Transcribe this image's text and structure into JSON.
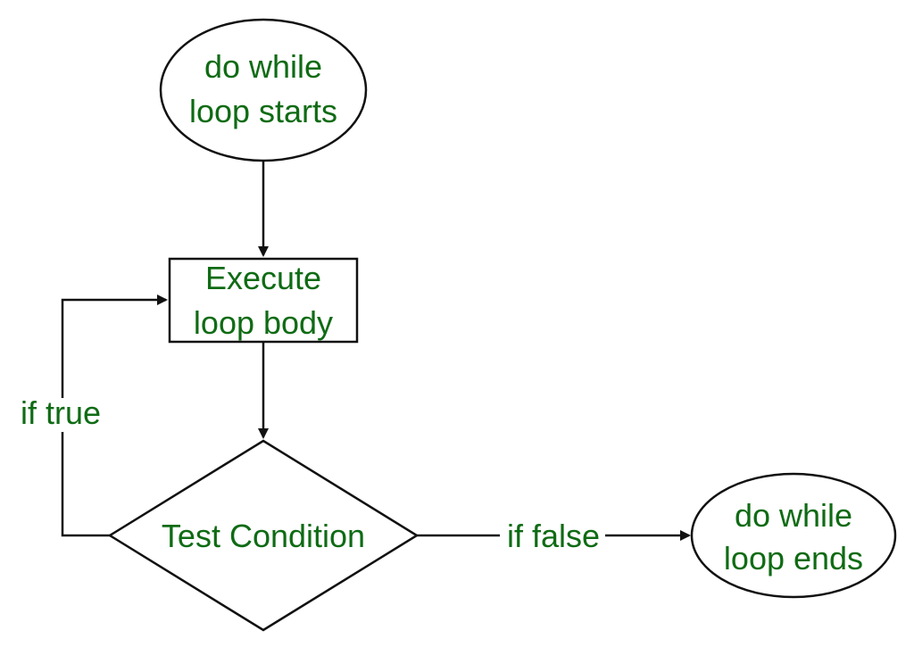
{
  "diagram": {
    "nodes": {
      "start": {
        "line1": "do while",
        "line2": "loop starts"
      },
      "body": {
        "line1": "Execute",
        "line2": "loop body"
      },
      "condition": {
        "label": "Test Condition"
      },
      "end": {
        "line1": "do while",
        "line2": "loop ends"
      }
    },
    "edges": {
      "if_true": "if true",
      "if_false": "if false"
    },
    "colors": {
      "text": "#0f6b14",
      "stroke": "#111111",
      "background": "#ffffff"
    }
  }
}
